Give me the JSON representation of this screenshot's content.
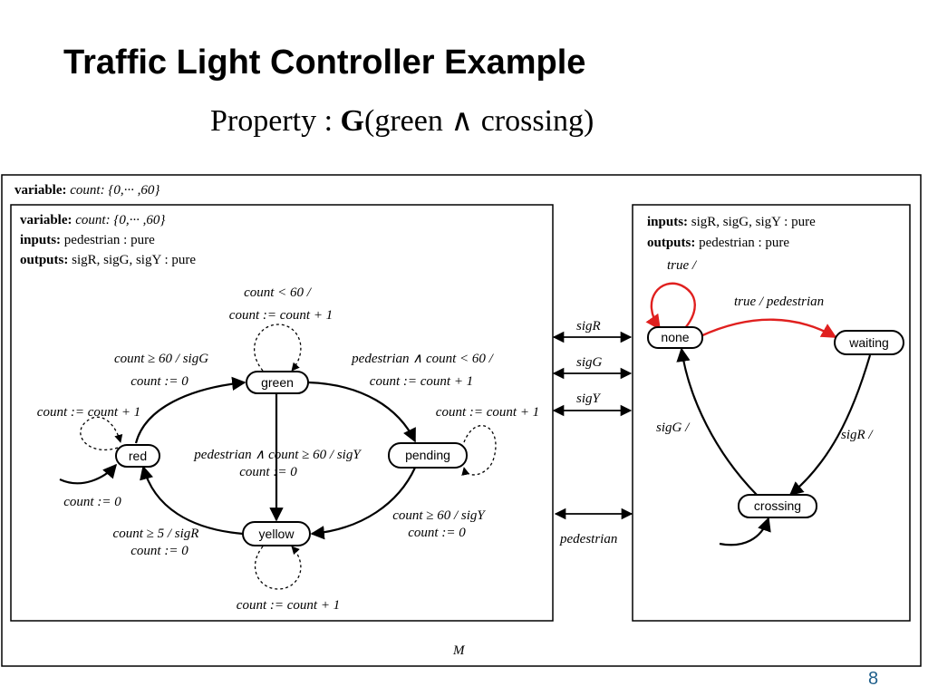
{
  "slide": {
    "title": "Traffic Light Controller Example",
    "property_prefix": "Property : ",
    "property_op": "G",
    "property_formula": "(green ∧ crossing)",
    "page_number": "8"
  },
  "outer": {
    "decl_variable_label": "variable:",
    "decl_variable_value": " count: {0,··· ,60}",
    "module_label": "M"
  },
  "left_machine": {
    "decl": {
      "variable_label": "variable:",
      "variable_value": " count: {0,··· ,60}",
      "inputs_label": "inputs:",
      "inputs_value": " pedestrian : pure",
      "outputs_label": "outputs:",
      "outputs_value": " sigR, sigG, sigY : pure"
    },
    "states": {
      "green": "green",
      "red": "red",
      "pending": "pending",
      "yellow": "yellow"
    },
    "transitions": {
      "green_self_guard": "count < 60 /",
      "green_self_action": "count := count + 1",
      "red_to_green_guard": "count ≥ 60 / sigG",
      "red_to_green_action": "count := 0",
      "red_self_action": "count := count + 1",
      "red_init_action": "count := 0",
      "green_to_pending_guard": "pedestrian ∧ count < 60 /",
      "green_to_pending_action": "count := count + 1",
      "pending_self_action": "count := count + 1",
      "green_to_yellow_guard": "pedestrian ∧ count ≥ 60 / sigY",
      "green_to_yellow_action": "count := 0",
      "pending_to_yellow_guard": "count ≥ 60 / sigY",
      "pending_to_yellow_action": "count := 0",
      "yellow_to_red_guard": "count ≥ 5 / sigR",
      "yellow_to_red_action": "count := 0",
      "yellow_self_action": "count := count + 1"
    }
  },
  "signals": {
    "sigR": "sigR",
    "sigG": "sigG",
    "sigY": "sigY",
    "pedestrian": "pedestrian"
  },
  "right_machine": {
    "decl": {
      "inputs_label": "inputs:",
      "inputs_value": " sigR, sigG, sigY : pure",
      "outputs_label": "outputs:",
      "outputs_value": " pedestrian : pure"
    },
    "states": {
      "none": "none",
      "waiting": "waiting",
      "crossing": "crossing"
    },
    "transitions": {
      "none_self": "true /",
      "none_to_waiting": "true / pedestrian",
      "crossing_to_none": "sigG /",
      "waiting_to_crossing": "sigR /"
    },
    "highlight_color": "#e0201f"
  }
}
